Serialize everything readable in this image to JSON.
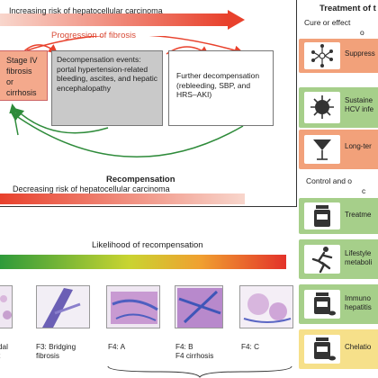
{
  "top_bar": {
    "text": "Increasing risk of hepatocellular carcinoma"
  },
  "progression": {
    "label": "Progression of fibrosis"
  },
  "stage4": {
    "line1": "Stage IV",
    "line2": "fibrosis or",
    "line3": "cirrhosis"
  },
  "decomp": {
    "text": "Decompensation events: portal hypertension-related bleeding, ascites, and hepatic encephalopathy"
  },
  "further": {
    "text": "Further decompensation (rebleeding, SBP, and HRS–AKI)"
  },
  "recomp": {
    "label": "Recompensation"
  },
  "bottom_bar": {
    "text": "Decreasing risk of hepatocellular carcinoma"
  },
  "likelihood": {
    "label": "Likelihood of recompensation"
  },
  "histology": {
    "captions": [
      {
        "line1": "dal",
        "line2": "t",
        "line3": ""
      },
      {
        "line1": "F3: Bridging",
        "line2": "fibrosis",
        "line3": ""
      },
      {
        "line1": "F4: A",
        "line2": "",
        "line3": ""
      },
      {
        "line1": "F4: B",
        "line2": "F4 cirrhosis",
        "line3": ""
      },
      {
        "line1": "F4: C",
        "line2": "",
        "line3": ""
      }
    ]
  },
  "treatment": {
    "title": "Treatment of t",
    "cure_heading1": "Cure or effect",
    "cure_heading2": "o",
    "cure_items": [
      {
        "label1": "Suppress",
        "label2": "",
        "icon": "virus-molecule-icon",
        "color": "#f2a17a"
      },
      {
        "label1": "Sustaine",
        "label2": "HCV infe",
        "icon": "virus-icon",
        "color": "#a6cf8a"
      },
      {
        "label1": "Long-ter",
        "label2": "",
        "icon": "cocktail-glass-icon",
        "color": "#f2a17a"
      }
    ],
    "control_heading1": "Control and o",
    "control_heading2": "c",
    "control_items": [
      {
        "label1": "Treatme",
        "label2": "",
        "icon": "pill-bottle-icon",
        "color": "#a6cf8a"
      },
      {
        "label1": "Lifestyle",
        "label2": "metaboli",
        "icon": "runner-icon",
        "color": "#a6cf8a"
      },
      {
        "label1": "Immuno",
        "label2": "hepatitis",
        "icon": "pill-bottle-icon",
        "color": "#a6cf8a"
      },
      {
        "label1": "Chelatio",
        "label2": "",
        "icon": "pill-bottle-icon",
        "color": "#f6e08a"
      }
    ]
  },
  "colors": {
    "red": "#e8412c",
    "green": "#2e8b3a",
    "gray_box": "#c9c9c9",
    "peach": "#f2a17a",
    "light_green": "#a6cf8a",
    "yellow": "#f6e08a"
  }
}
